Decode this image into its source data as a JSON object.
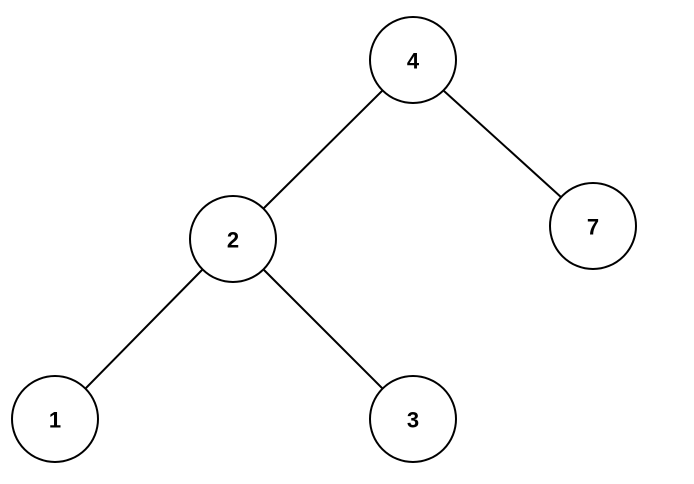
{
  "tree": {
    "nodes": [
      {
        "id": "n4",
        "label": "4"
      },
      {
        "id": "n2",
        "label": "2"
      },
      {
        "id": "n7",
        "label": "7"
      },
      {
        "id": "n1",
        "label": "1"
      },
      {
        "id": "n3",
        "label": "3"
      }
    ],
    "edges": [
      {
        "from": "n4",
        "to": "n2"
      },
      {
        "from": "n4",
        "to": "n7"
      },
      {
        "from": "n2",
        "to": "n1"
      },
      {
        "from": "n2",
        "to": "n3"
      }
    ]
  }
}
